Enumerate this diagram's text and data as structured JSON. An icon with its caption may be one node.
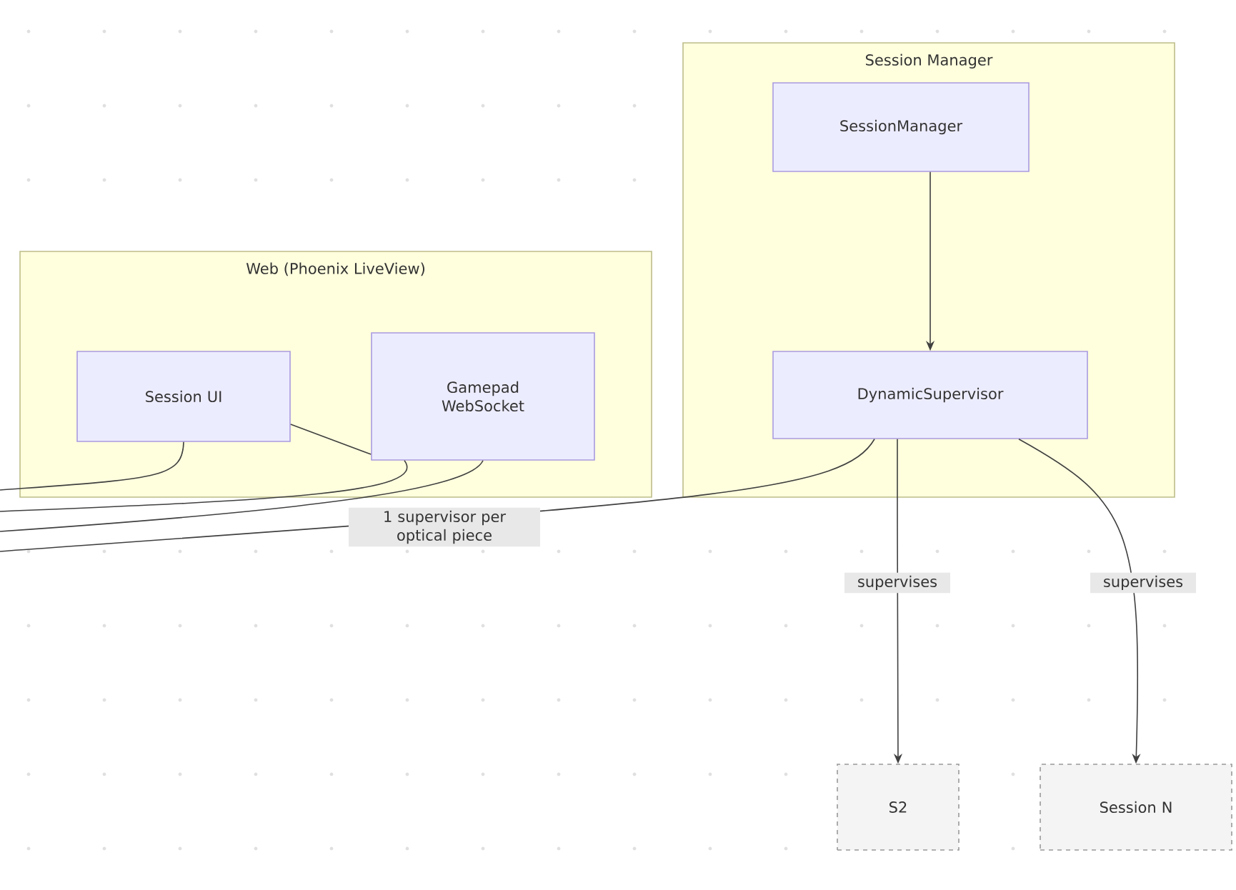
{
  "diagram": {
    "nodes": [
      {
        "text": [
          "Session Manager"
        ]
      },
      {
        "text": [
          "SessionManager"
        ],
        "in": 0
      },
      {
        "text": [
          "DynamicSupervisor"
        ],
        "in": 0
      },
      {
        "text": [
          "Web (Phoenix LiveView)"
        ]
      },
      {
        "text": [
          "Session UI"
        ],
        "in": 3
      },
      {
        "text": [
          "Gamepad WebSocket"
        ],
        "in": 3
      },
      {
        "text": [
          "S2"
        ]
      },
      {
        "text": [
          "Session N"
        ]
      }
    ],
    "edges": [
      {
        "from": 1,
        "to": 2,
        "arrow": "to"
      },
      {
        "from": 2,
        "to": 6,
        "arrow": "to",
        "label": "supervises"
      },
      {
        "from": 2,
        "to": 7,
        "arrow": "to",
        "label": "supervises"
      },
      {
        "from": 4,
        "to": 5,
        "arrow": "none"
      },
      {
        "from": 4,
        "to": null,
        "arrow": "none"
      },
      {
        "from": 5,
        "to": null,
        "arrow": "none"
      },
      {
        "from": 5,
        "to": null,
        "arrow": "none"
      },
      {
        "from": 2,
        "to": null,
        "arrow": "none",
        "label": "1 supervisor per optical piece"
      }
    ]
  }
}
